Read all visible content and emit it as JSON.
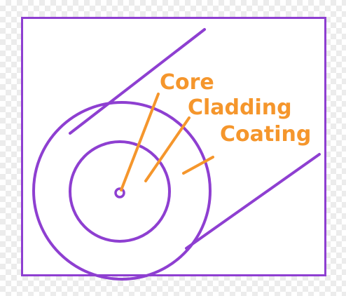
{
  "diagram": {
    "labels": {
      "core": "Core",
      "cladding": "Cladding",
      "coating": "Coating"
    },
    "colors": {
      "outline": "#8e3fd1",
      "label": "#f5962c",
      "background": "#ffffff"
    }
  }
}
